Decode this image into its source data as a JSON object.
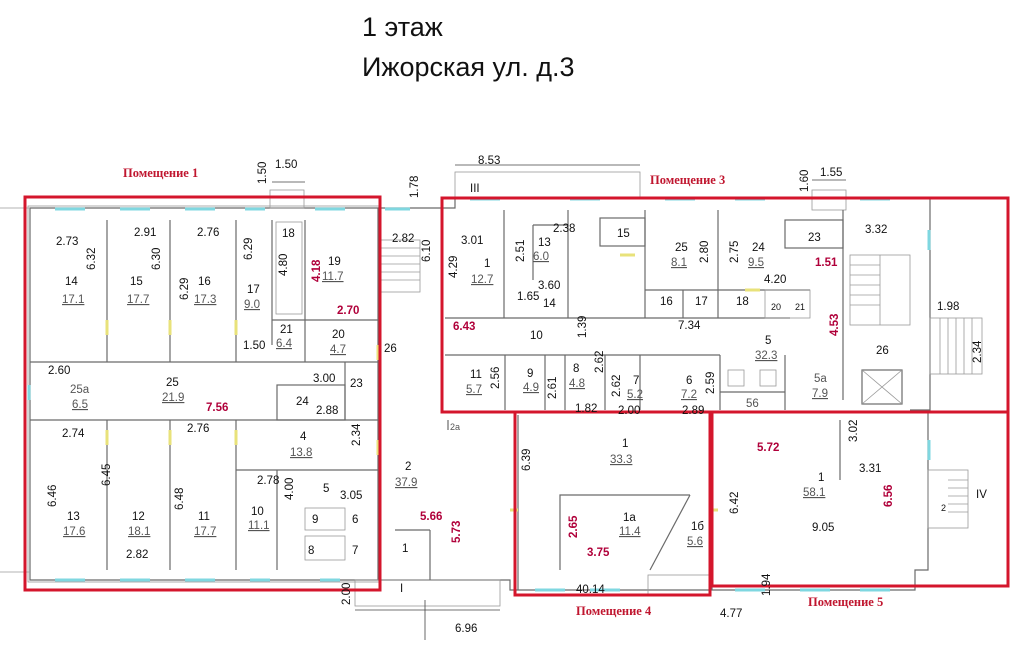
{
  "header": {
    "floor": "1 этаж",
    "address": "Ижорская ул. д.3"
  },
  "premises": {
    "p1": "Помещение 1",
    "p3": "Помещение 3",
    "p4": "Помещение 4",
    "p5": "Помещение 5"
  },
  "rooms": {
    "r14n": "14",
    "r14a": "17.1",
    "r15n": "15",
    "r15a": "17.7",
    "r16n": "16",
    "r16a": "17.3",
    "r17n": "17",
    "r17a": "9.0",
    "r18n": "18",
    "r19n": "19",
    "r19a": "11.7",
    "r21n": "21",
    "r21a": "6.4",
    "r20n": "20",
    "r20a": "4.7",
    "r25an": "25a",
    "r25aa": "6.5",
    "r25n": "25",
    "r25a": "21.9",
    "r24n": "24",
    "r23n": "23",
    "r26n": "26",
    "r4n": "4",
    "r4a": "13.8",
    "r13n": "13",
    "r13a": "17.6",
    "r12n": "12",
    "r12a": "18.1",
    "r11n": "11",
    "r11a": "17.7",
    "r10n": "10",
    "r10a": "11.1",
    "r5n": "5",
    "r9n": "9",
    "r6n": "6",
    "r8n": "8",
    "r7n": "7",
    "r2n": "2",
    "r2a": "37.9",
    "r1cn": "1",
    "r2an": "2a",
    "p3_1n": "1",
    "p3_1a": "12.7",
    "p3_13n": "13",
    "p3_13a": "6.0",
    "p3_14": "14",
    "p3_15": "15",
    "p3_25n": "25",
    "p3_25a": "8.1",
    "p3_24n": "24",
    "p3_24a": "9.5",
    "p3_23": "23",
    "p3_16": "16",
    "p3_17": "17",
    "p3_18": "18",
    "p3_20": "20",
    "p3_21": "21",
    "p3_10": "10",
    "p3_5n": "5",
    "p3_5a": "32.3",
    "p3_11n": "11",
    "p3_11a": "5.7",
    "p3_9n": "9",
    "p3_9a": "4.9",
    "p3_8n": "8",
    "p3_8a": "4.8",
    "p3_7n": "7",
    "p3_7a": "5.2",
    "p3_6n": "6",
    "p3_6a": "7.2",
    "p3_5bn": "5a",
    "p3_5ba": "7.9",
    "p3_26": "26",
    "p3_56": "56",
    "p4_1n": "1",
    "p4_1a": "33.3",
    "p4_1an": "1a",
    "p4_1aa": "11.4",
    "p4_1bn": "1б",
    "p4_1ba": "5.6",
    "p5_1n": "1",
    "p5_1a": "58.1",
    "p5_2": "2",
    "roman3": "III",
    "roman4": "IV",
    "roman1": "I"
  },
  "dims": {
    "d150": "1.50",
    "d178": "1.78",
    "d853": "8.53",
    "d155": "1.55",
    "d160": "1.60",
    "d150v": "1.50",
    "d273": "2.73",
    "d291": "2.91",
    "d276": "2.76",
    "d632": "6.32",
    "d630": "6.30",
    "d629": "6.29",
    "d629b": "6.29",
    "d480": "4.80",
    "d418": "4.18",
    "d270": "2.70",
    "d150b": "1.50",
    "d282a": "2.82",
    "d610": "6.10",
    "d260": "2.60",
    "d756": "7.56",
    "d300": "3.00",
    "d288": "2.88",
    "d274": "2.74",
    "d276b": "2.76",
    "d234": "2.34",
    "d278": "2.78",
    "d400": "4.00",
    "d305": "3.05",
    "d646": "6.46",
    "d645": "6.45",
    "d648": "6.48",
    "d282": "2.82",
    "d566": "5.66",
    "d573": "5.73",
    "d200": "2.00",
    "d696": "6.96",
    "d301": "3.01",
    "d429": "4.29",
    "d238": "2.38",
    "d251": "2.51",
    "d165": "1.65",
    "d360": "3.60",
    "d280": "2.80",
    "d275": "2.75",
    "d420": "4.20",
    "d151": "1.51",
    "d332": "3.32",
    "d453": "4.53",
    "d198": "1.98",
    "d234b": "2.34",
    "d643": "6.43",
    "d139": "1.39",
    "d734": "7.34",
    "d256": "2.56",
    "d261": "2.61",
    "d262": "2.62",
    "d262b": "2.62",
    "d259": "2.59",
    "d182": "1.82",
    "d200b": "2.00",
    "d289": "2.89",
    "d639": "6.39",
    "d265": "2.65",
    "d375": "3.75",
    "d4014": "40.14",
    "d194": "1.94",
    "d477": "4.77",
    "d572": "5.72",
    "d302": "3.02",
    "d331": "3.31",
    "d642": "6.42",
    "d656": "6.56",
    "d905": "9.05"
  }
}
